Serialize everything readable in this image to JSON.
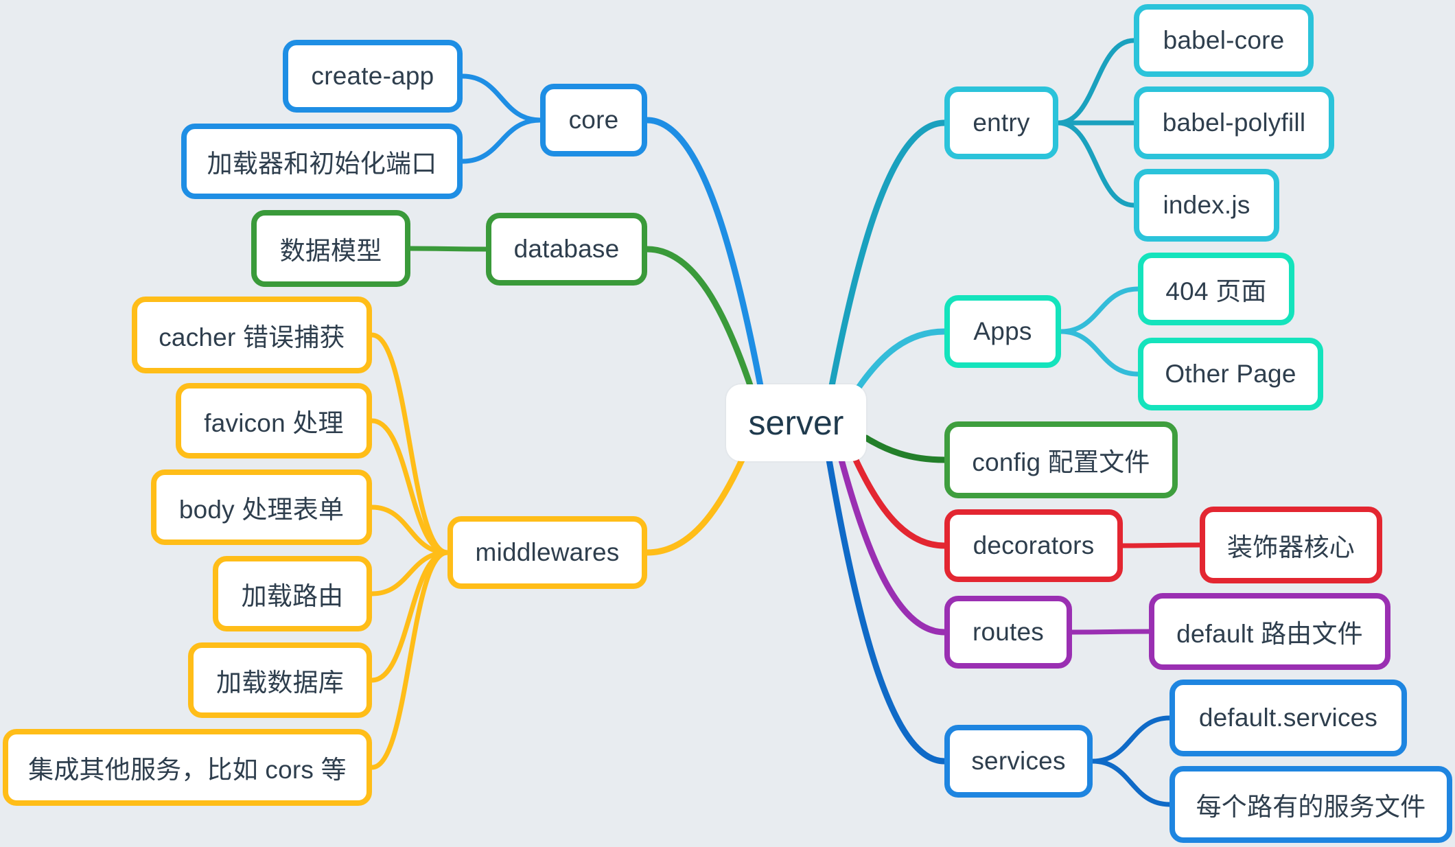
{
  "diagram": {
    "root": {
      "label": "server"
    },
    "colors": {
      "core": "#1e8ee4",
      "database": "#3a9a3a",
      "middlewares": "#ffbd18",
      "entry_link": "#1aa1be",
      "entry": "#2bc3da",
      "apps_link": "#33bcd9",
      "apps": "#14e3bc",
      "config_link": "#237f2a",
      "config": "#3e9e3e",
      "decorators": "#e32631",
      "routes": "#9a2fb2",
      "services_link": "#0f6ac7",
      "services": "#1e85e0"
    },
    "left_branches": [
      {
        "id": "core",
        "label": "core",
        "children": [
          "create-app",
          "加载器和初始化端口"
        ]
      },
      {
        "id": "database",
        "label": "database",
        "children": [
          "数据模型"
        ]
      },
      {
        "id": "middlewares",
        "label": "middlewares",
        "children": [
          "cacher 错误捕获",
          "favicon 处理",
          "body 处理表单",
          "加载路由",
          "加载数据库",
          "集成其他服务，比如 cors 等"
        ]
      }
    ],
    "right_branches": [
      {
        "id": "entry",
        "label": "entry",
        "children": [
          "babel-core",
          "babel-polyfill",
          "index.js"
        ]
      },
      {
        "id": "apps",
        "label": "Apps",
        "children": [
          "404 页面",
          "Other Page"
        ]
      },
      {
        "id": "config",
        "label": "config 配置文件",
        "children": []
      },
      {
        "id": "decorators",
        "label": "decorators",
        "children": [
          "装饰器核心"
        ]
      },
      {
        "id": "routes",
        "label": "routes",
        "children": [
          "default 路由文件"
        ]
      },
      {
        "id": "services",
        "label": "services",
        "children": [
          "default.services",
          "每个路有的服务文件"
        ]
      }
    ]
  }
}
